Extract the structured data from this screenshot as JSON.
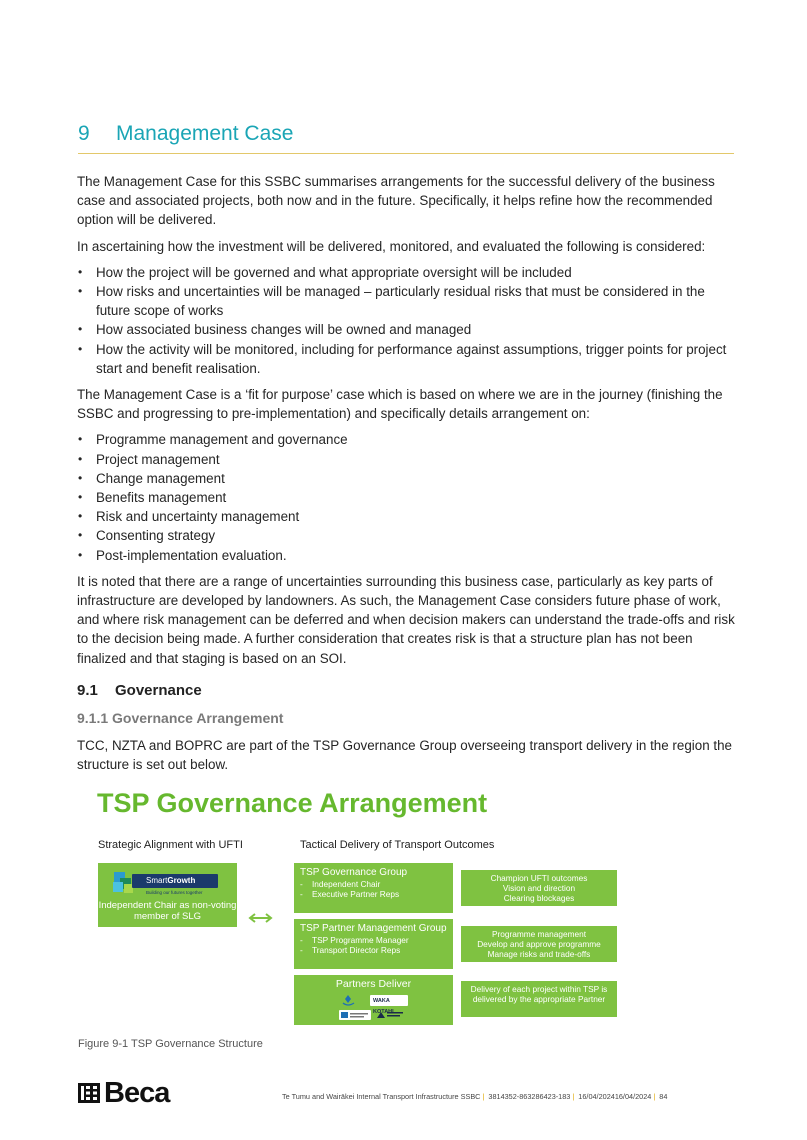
{
  "heading": {
    "number": "9",
    "title": "Management Case"
  },
  "intro": {
    "p1": "The Management Case for this SSBC summarises arrangements for the successful delivery of the business case and associated projects, both now and in the future. Specifically, it helps refine how the recommended option will be delivered.",
    "p2": "In ascertaining how the investment will be delivered, monitored, and evaluated the following is considered:",
    "list1": [
      "How the project will be governed and what appropriate oversight will be included",
      "How risks and uncertainties will be managed – particularly residual risks that must be considered in the future scope of works",
      "How associated business changes will be owned and managed",
      "How the activity will be monitored, including for performance against assumptions, trigger points for project start and benefit realisation."
    ],
    "p3": "The Management Case is a ‘fit for purpose’ case which is based on where we are in the journey (finishing the SSBC and progressing to pre-implementation) and specifically details arrangement on:",
    "list2": [
      "Programme management and governance",
      "Project management",
      "Change management",
      "Benefits management",
      "Risk and uncertainty management",
      "Consenting strategy",
      "Post-implementation evaluation."
    ],
    "p4": "It is noted that there are a range of uncertainties surrounding this business case, particularly as key parts of infrastructure are developed by landowners.  As such, the Management Case considers future phase of work, and where risk management can be deferred and when decision makers can understand the trade-offs and risk to the decision being made.  A further consideration that creates risk is that a structure plan has not been finalized and that staging is based on an SOI."
  },
  "section": {
    "number": "9.1",
    "title": "Governance"
  },
  "subsection": {
    "title": "9.1.1 Governance Arrangement",
    "text": "TCC, NZTA and BOPRC are part of the TSP Governance Group overseeing transport delivery in the region the structure is set out below."
  },
  "figure": {
    "title": "TSP Governance Arrangement",
    "left_heading": "Strategic Alignment with UFTI",
    "right_heading": "Tactical Delivery of Transport Outcomes",
    "smartgrowth": {
      "logo_prefix": "Smart",
      "logo_suffix": "Growth",
      "tagline": "Building our futures together",
      "text": "Independent Chair as non-voting member of SLG"
    },
    "boxes": [
      {
        "title": "TSP Governance Group",
        "bullets": [
          "Independent Chair",
          "Executive Partner Reps"
        ]
      },
      {
        "title": "TSP Partner Management Group",
        "bullets": [
          "TSP Programme Manager",
          "Transport Director Reps"
        ]
      },
      {
        "title": "Partners Deliver",
        "bullets": []
      }
    ],
    "roles": [
      [
        "Champion UFTI outcomes",
        "Vision and direction",
        "Clearing blockages"
      ],
      [
        "Programme management",
        "Develop and approve programme",
        "Manage risks and trade-offs"
      ],
      [
        "Delivery of each project within TSP is delivered by the appropriate Partner"
      ]
    ],
    "partner_logo_text": "WAKA KOTAHI",
    "accent_color": "#7fc241",
    "title_color": "#66b82e"
  },
  "caption": "Figure 9-1 TSP Governance Structure",
  "footer": {
    "brand": "Beca",
    "doc": "Te Tumu and Wairākei Internal Transport Infrastructure SSBC",
    "ref": "3814352-863286423-183",
    "dates": "16/04/202416/04/2024",
    "page": "84"
  }
}
